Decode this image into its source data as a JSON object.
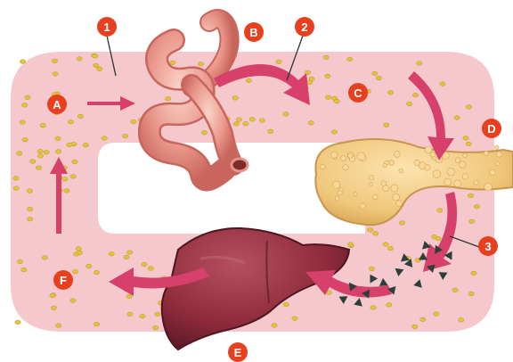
{
  "labels": {
    "a": "A",
    "b": "B",
    "c": "C",
    "d": "D",
    "e": "E",
    "f": "F"
  },
  "numbers": {
    "n1": "1",
    "n2": "2",
    "n3": "3"
  },
  "colors": {
    "loop": "#f4c8cc",
    "arrow": "#d6406a",
    "badge": "#e8401e",
    "granule": "#e3c23a",
    "triangle": "#2c3f3a",
    "intestine": "#e9958a",
    "pancreas": "#f0c77a",
    "liver": "#8e2b3b"
  }
}
